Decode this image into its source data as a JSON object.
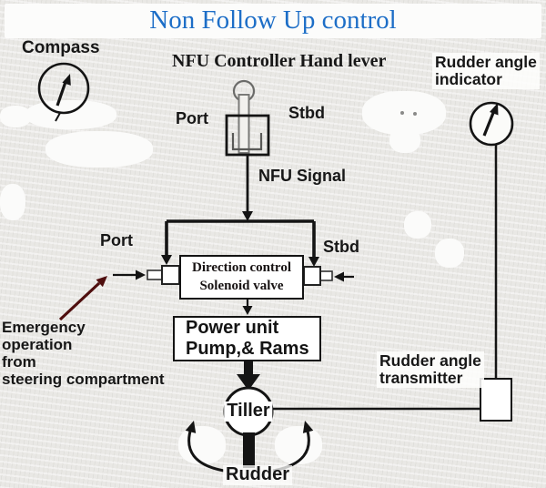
{
  "title": "Non Follow Up control",
  "colors": {
    "title_blue": "#1d6ec7",
    "line_black": "#141414",
    "emergency_arrow_maroon": "#4f0e0e",
    "background_gray": "#e9e8e5",
    "box_fill_white": "#ffffff"
  },
  "labels": {
    "compass": "Compass",
    "nfu_controller": "NFU Controller Hand lever",
    "port_upper": "Port",
    "stbd_upper": "Stbd",
    "nfu_signal": "NFU Signal",
    "port_lower": "Port",
    "stbd_lower": "Stbd",
    "tiller": "Tiller",
    "rudder": "Rudder",
    "rudder_angle_indicator": {
      "line1": "Rudder angle",
      "line2": "indicator"
    },
    "rudder_angle_transmitter": {
      "line1": "Rudder angle",
      "line2": "transmitter"
    },
    "solenoid_valve": {
      "line1": "Direction control",
      "line2": "Solenoid valve"
    },
    "power_unit": {
      "line1": "Power unit",
      "line2": "Pump,& Rams"
    },
    "emergency_lines": [
      "Emergency",
      "operation",
      "from",
      "steering compartment"
    ]
  },
  "icons": {
    "compass": "compass-dial-icon",
    "hand_lever": "hand-lever-icon",
    "rudder_indicator": "rudder-indicator-dial-icon"
  }
}
